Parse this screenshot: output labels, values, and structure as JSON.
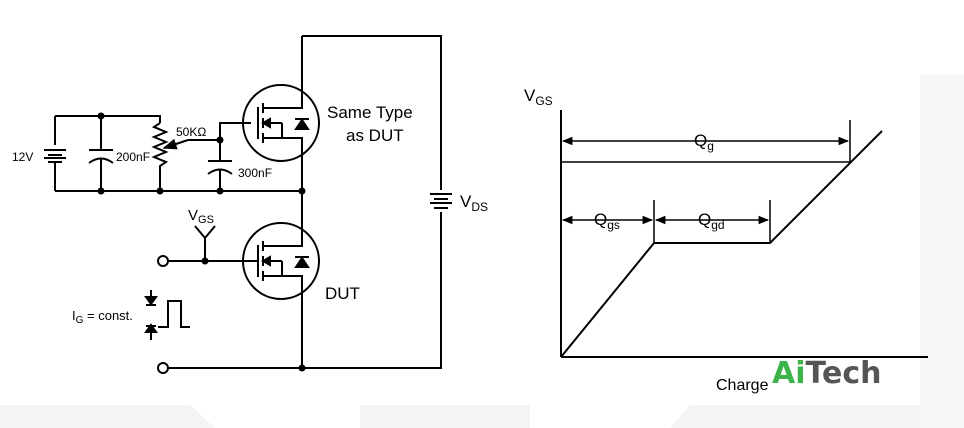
{
  "circuit": {
    "battery_label": "12V",
    "cap1_label": "200nF",
    "pot_label": "50KΩ",
    "cap2_label": "300nF",
    "upper_fet_line1": "Same Type",
    "upper_fet_line2": "as DUT",
    "vgs_main": "V",
    "vgs_sub": "GS",
    "vds_main": "V",
    "vds_sub": "DS",
    "dut_label": "DUT",
    "ig_main": "I",
    "ig_sub": "G",
    "ig_rest": " = const."
  },
  "chart": {
    "y_label_main": "V",
    "y_label_sub": "GS",
    "x_label": "Charge",
    "qg_main": "Q",
    "qg_sub": "g",
    "qgs_main": "Q",
    "qgs_sub": "gs",
    "qgd_main": "Q",
    "qgd_sub": "gd"
  },
  "watermark": {
    "part1": "Ai",
    "part2": "Tech",
    "color1": "#3cb44a",
    "color2": "#555555"
  },
  "colors": {
    "line": "#000000",
    "background": "#ffffff"
  }
}
